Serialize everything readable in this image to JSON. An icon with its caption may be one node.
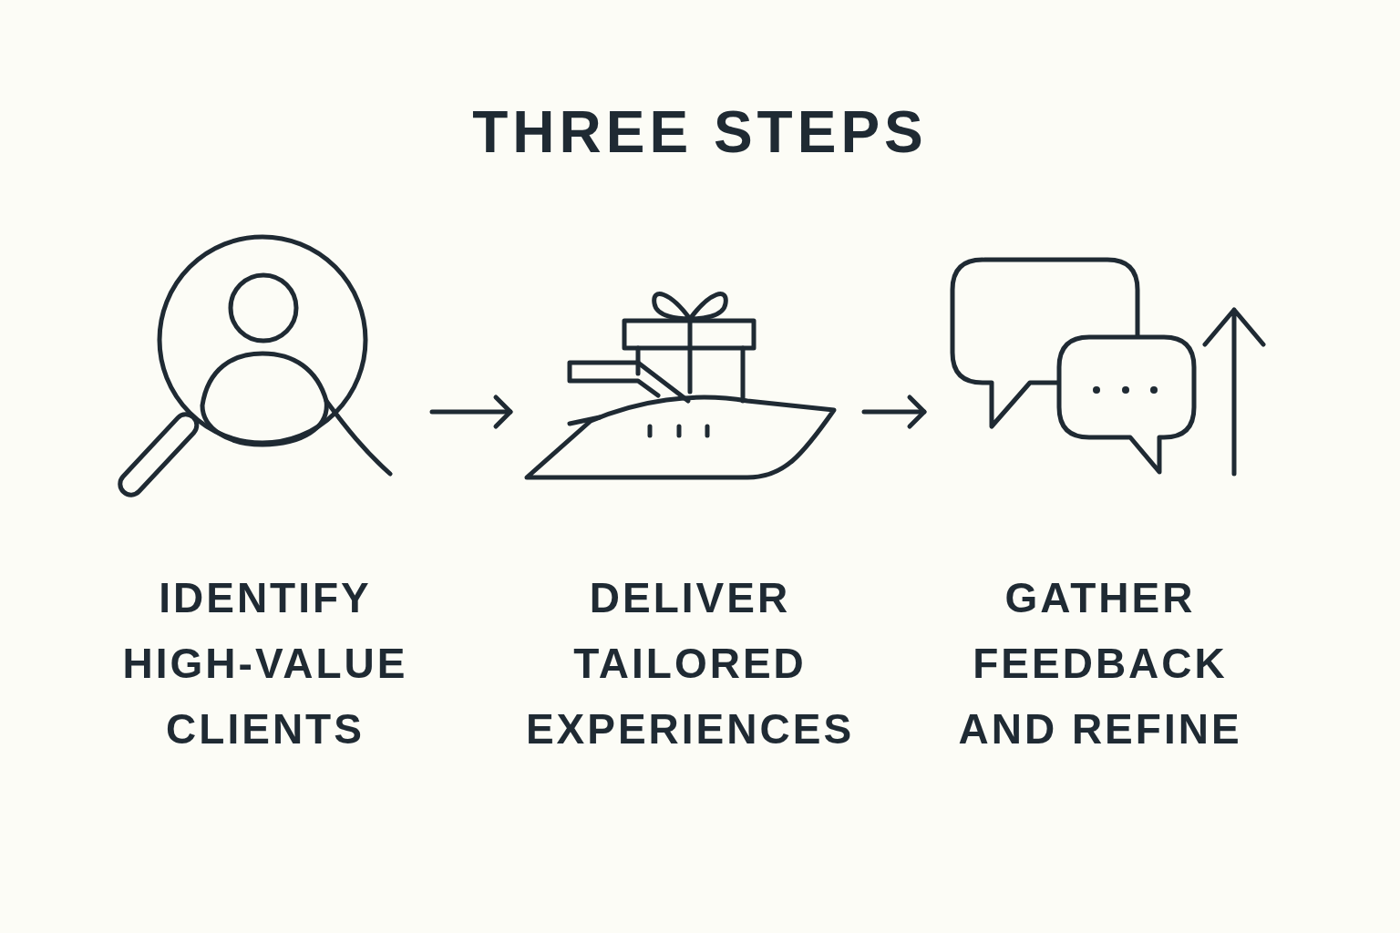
{
  "diagram": {
    "title": "THREE STEPS",
    "nodes": [
      {
        "text": [
          "IDENTIFY HIGH-VALUE CLIENTS"
        ]
      },
      {
        "text": [
          "DELIVER TAILORED EXPERIENCES"
        ]
      },
      {
        "text": [
          "GATHER FEEDBACK AND REFINE"
        ]
      }
    ],
    "edges": [
      {
        "from": 0,
        "to": 1,
        "arrow": "to"
      },
      {
        "from": 1,
        "to": 2,
        "arrow": "to"
      }
    ]
  }
}
